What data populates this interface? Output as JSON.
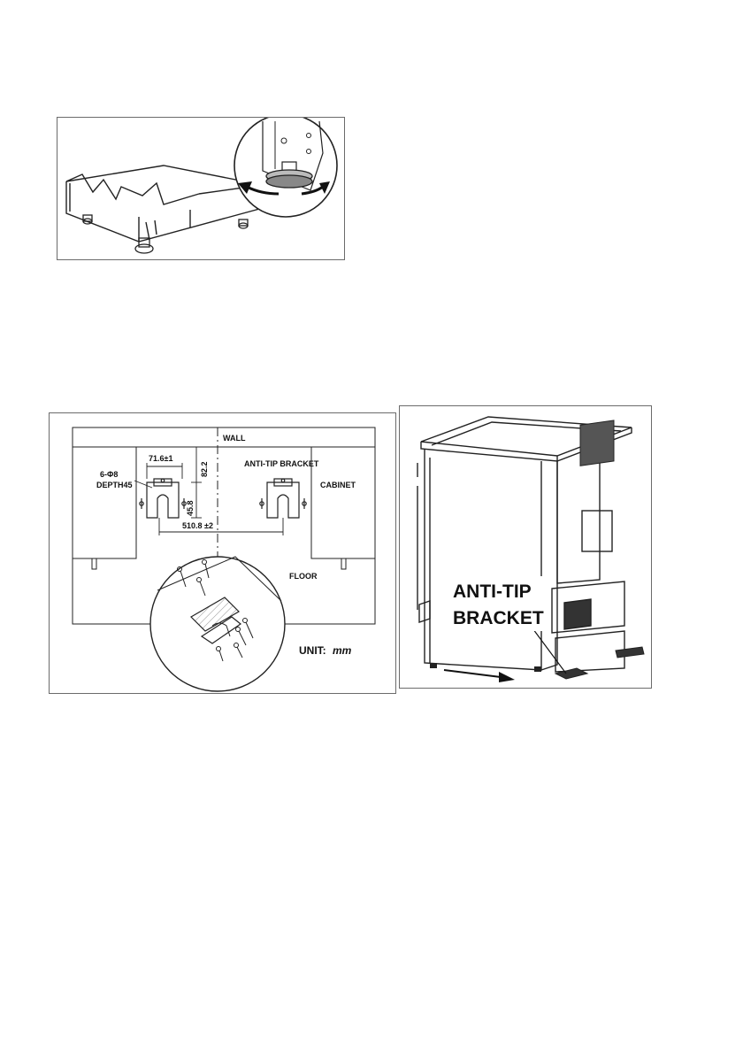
{
  "install_diagram": {
    "wall": "WALL",
    "hole_spec_line1": "6-Φ8",
    "hole_spec_line2": "DEPTH45",
    "dim_width": "71.6±1",
    "dim_height_top": "82.2",
    "dim_height_bottom": "45.8",
    "dim_spacing": "510.8 ±2",
    "anti_tip_bracket": "ANTI-TIP BRACKET",
    "cabinet": "CABINET",
    "floor": "FLOOR",
    "unit_label": "UNIT:",
    "unit_value": "mm"
  },
  "cooker_figure": {
    "callout_line1": "ANTI-TIP",
    "callout_line2": "BRACKET"
  },
  "icons": {
    "rotate": "rotate-arrows-icon",
    "direction": "push-direction-arrow-icon"
  },
  "colors": {
    "line": "#222222",
    "frame": "#6b6b6b",
    "hatch": "#444444"
  }
}
